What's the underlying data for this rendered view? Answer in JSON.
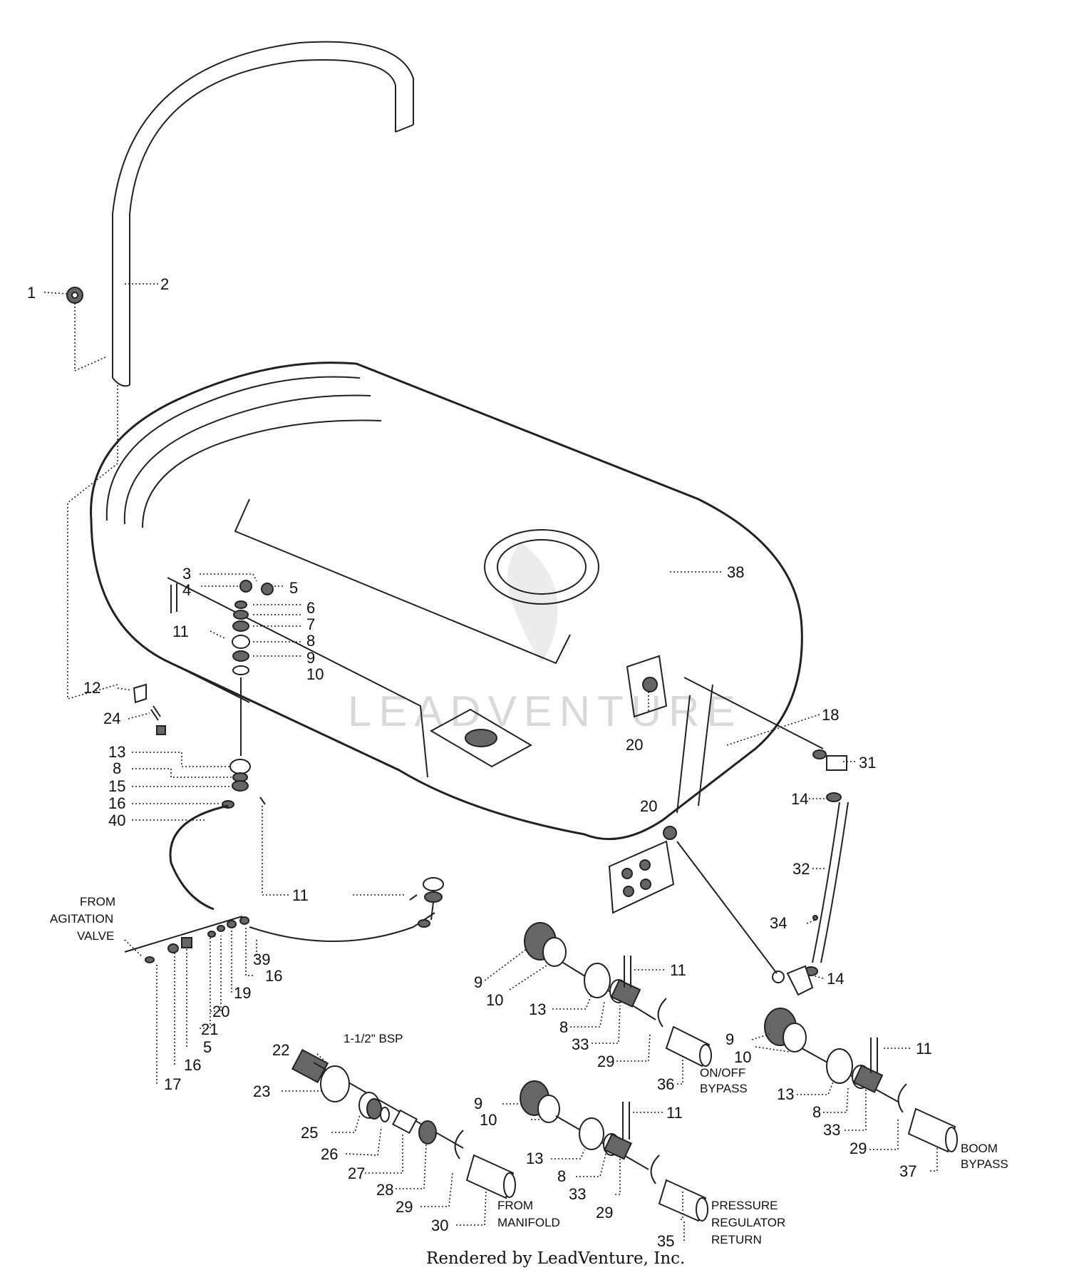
{
  "callouts": {
    "c1": "1",
    "c2": "2",
    "c3": "3",
    "c4": "4",
    "c5a": "5",
    "c6": "6",
    "c7": "7",
    "c8a": "8",
    "c9a": "9",
    "c10a": "10",
    "c11a": "11",
    "c12": "12",
    "c24": "24",
    "c13a": "13",
    "c8b": "8",
    "c15": "15",
    "c16a": "16",
    "c40": "40",
    "c11b": "11",
    "c38": "38",
    "c18": "18",
    "c20a": "20",
    "c31": "31",
    "c14a": "14",
    "c20b": "20",
    "c32": "32",
    "c34": "34",
    "c14b": "14",
    "c39": "39",
    "c16b": "16",
    "c19": "19",
    "c20c": "20",
    "c21": "21",
    "c5b": "5",
    "c16c": "16",
    "c17": "17",
    "c22": "22",
    "c23": "23",
    "c25": "25",
    "c26": "26",
    "c27": "27",
    "c28": "28",
    "c29a": "29",
    "c30": "30",
    "c9b": "9",
    "c10b": "10",
    "c11c": "11",
    "c13b": "13",
    "c8c": "8",
    "c33a": "33",
    "c29b": "29",
    "c36": "36",
    "c9c": "9",
    "c10c": "10",
    "c11d": "11",
    "c13c": "13",
    "c8d": "8",
    "c33b": "33",
    "c29c": "29",
    "c37": "37",
    "c9d": "9",
    "c10d": "10",
    "c11e": "11",
    "c13d": "13",
    "c8e": "8",
    "c33c": "33",
    "c29d": "29",
    "c35": "35"
  },
  "notes": {
    "from_agitation_1": "FROM",
    "from_agitation_2": "AGITATION",
    "from_agitation_3": "VALVE",
    "bsp": "1-1/2\" BSP",
    "onoff_1": "ON/OFF",
    "onoff_2": "BYPASS",
    "boom_1": "BOOM",
    "boom_2": "BYPASS",
    "manifold_1": "FROM",
    "manifold_2": "MANIFOLD",
    "pressure_1": "PRESSURE",
    "pressure_2": "REGULATOR",
    "pressure_3": "RETURN"
  },
  "watermark": "LEADVENTURE",
  "footer": "Rendered by LeadVenture, Inc."
}
